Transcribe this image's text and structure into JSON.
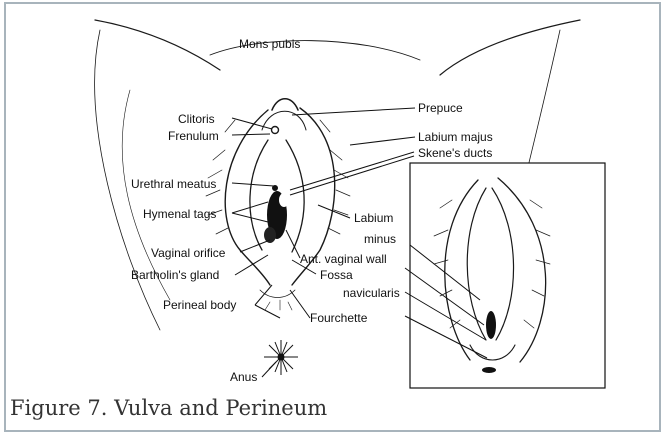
{
  "figure": {
    "caption": "Figure 7. Vulva and Perineum",
    "labels": {
      "mons_pubis": "Mons pubis",
      "clitoris": "Clitoris",
      "frenulum": "Frenulum",
      "prepuce": "Prepuce",
      "labium_majus": "Labium majus",
      "skenes_ducts": "Skene's ducts",
      "urethral_meatus": "Urethral meatus",
      "hymenal_tags": "Hymenal tags",
      "labium_minus_1": "Labium",
      "labium_minus_2": "minus",
      "vaginal_orifice": "Vaginal orifice",
      "ant_vaginal_wall": "Ant. vaginal wall",
      "bartholins_gland": "Bartholin's gland",
      "fossa_navicularis_1": "Fossa",
      "fossa_navicularis_2": "navicularis",
      "perineal_body": "Perineal body",
      "fourchette": "Fourchette",
      "anus": "Anus"
    }
  }
}
